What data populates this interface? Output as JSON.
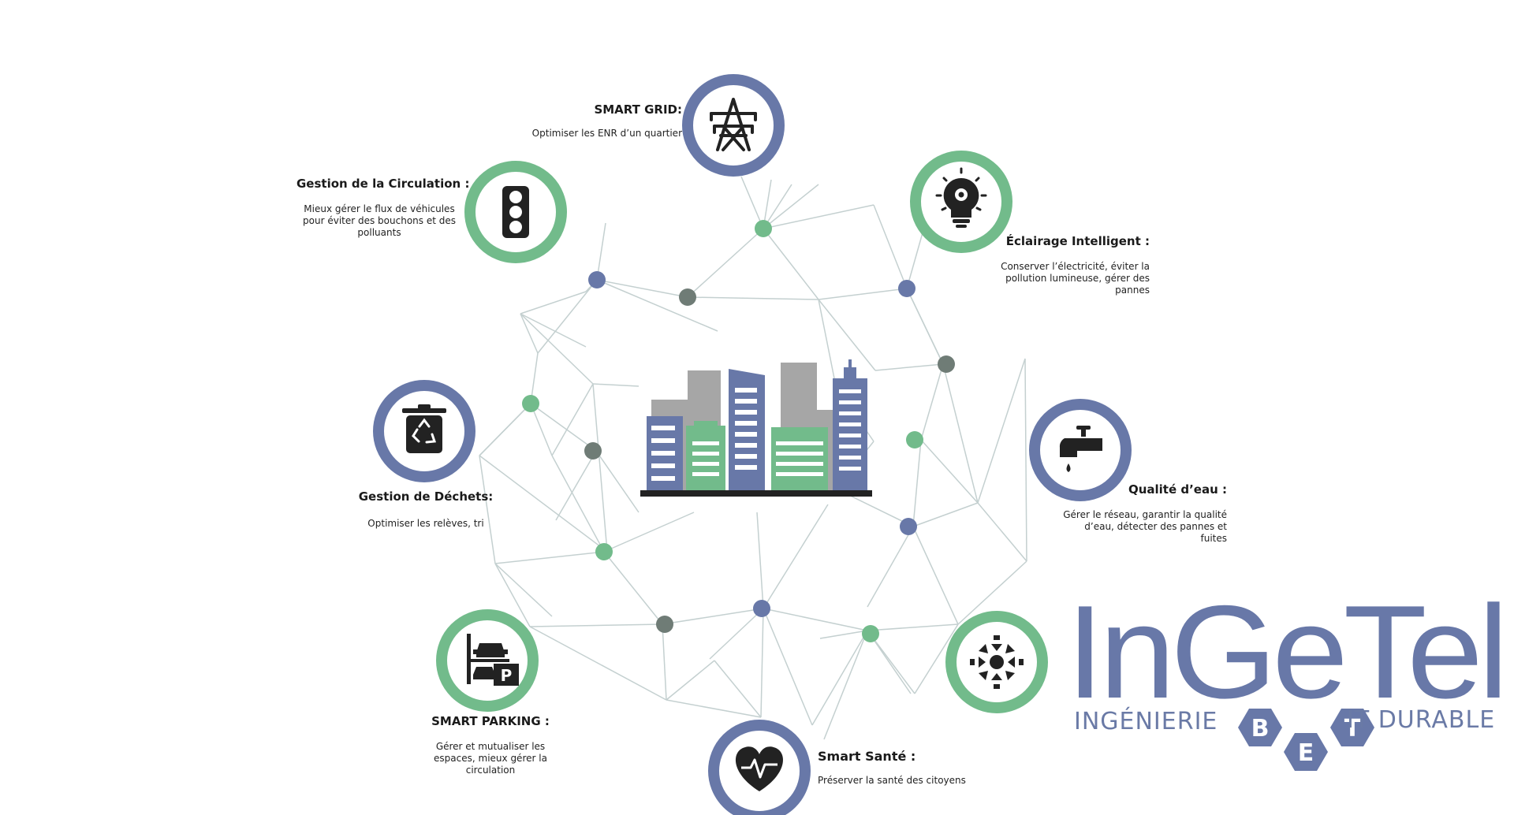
{
  "colors": {
    "blue": "#6878a8",
    "green": "#72bb8b",
    "gray_node": "#6f7c76",
    "line": "#c4d0d0",
    "dark": "#222222",
    "building_gray": "#a6a6a6"
  },
  "items": {
    "smart_grid": {
      "title": "SMART GRID:",
      "desc": "Optimiser les ENR d’un quartier",
      "icon": "power-tower-icon"
    },
    "circulation": {
      "title": "Gestion de la Circulation :",
      "desc": "Mieux gérer le flux de véhicules pour éviter des bouchons et des polluants",
      "icon": "traffic-light-icon"
    },
    "eclairage": {
      "title": "Éclairage Intelligent :",
      "desc": "Conserver l’électricité, éviter la pollution lumineuse, gérer des pannes",
      "icon": "lightbulb-gear-icon"
    },
    "dechets": {
      "title": "Gestion de Déchets:",
      "desc": "Optimiser les relèves, tri",
      "icon": "recycle-bin-icon"
    },
    "eau": {
      "title": "Qualité d’eau :",
      "desc": "Gérer le réseau, garantir la qualité d’eau, détecter des pannes et fuites",
      "icon": "water-tap-icon"
    },
    "parking": {
      "title": "SMART PARKING :",
      "desc": "Gérer et mutualiser les espaces, mieux gérer la circulation",
      "icon": "parking-icon",
      "badge": "P"
    },
    "sante": {
      "title": "Smart Santé :",
      "desc": "Préserver la santé des citoyens",
      "icon": "heart-pulse-icon"
    },
    "hub": {
      "icon": "converging-arrows-icon"
    }
  },
  "logo": {
    "word": "InGeTel",
    "left_text": "INGÉNIERIE",
    "right_text": "IT DURABLE",
    "hex_letters": [
      "B",
      "E",
      "T"
    ]
  }
}
